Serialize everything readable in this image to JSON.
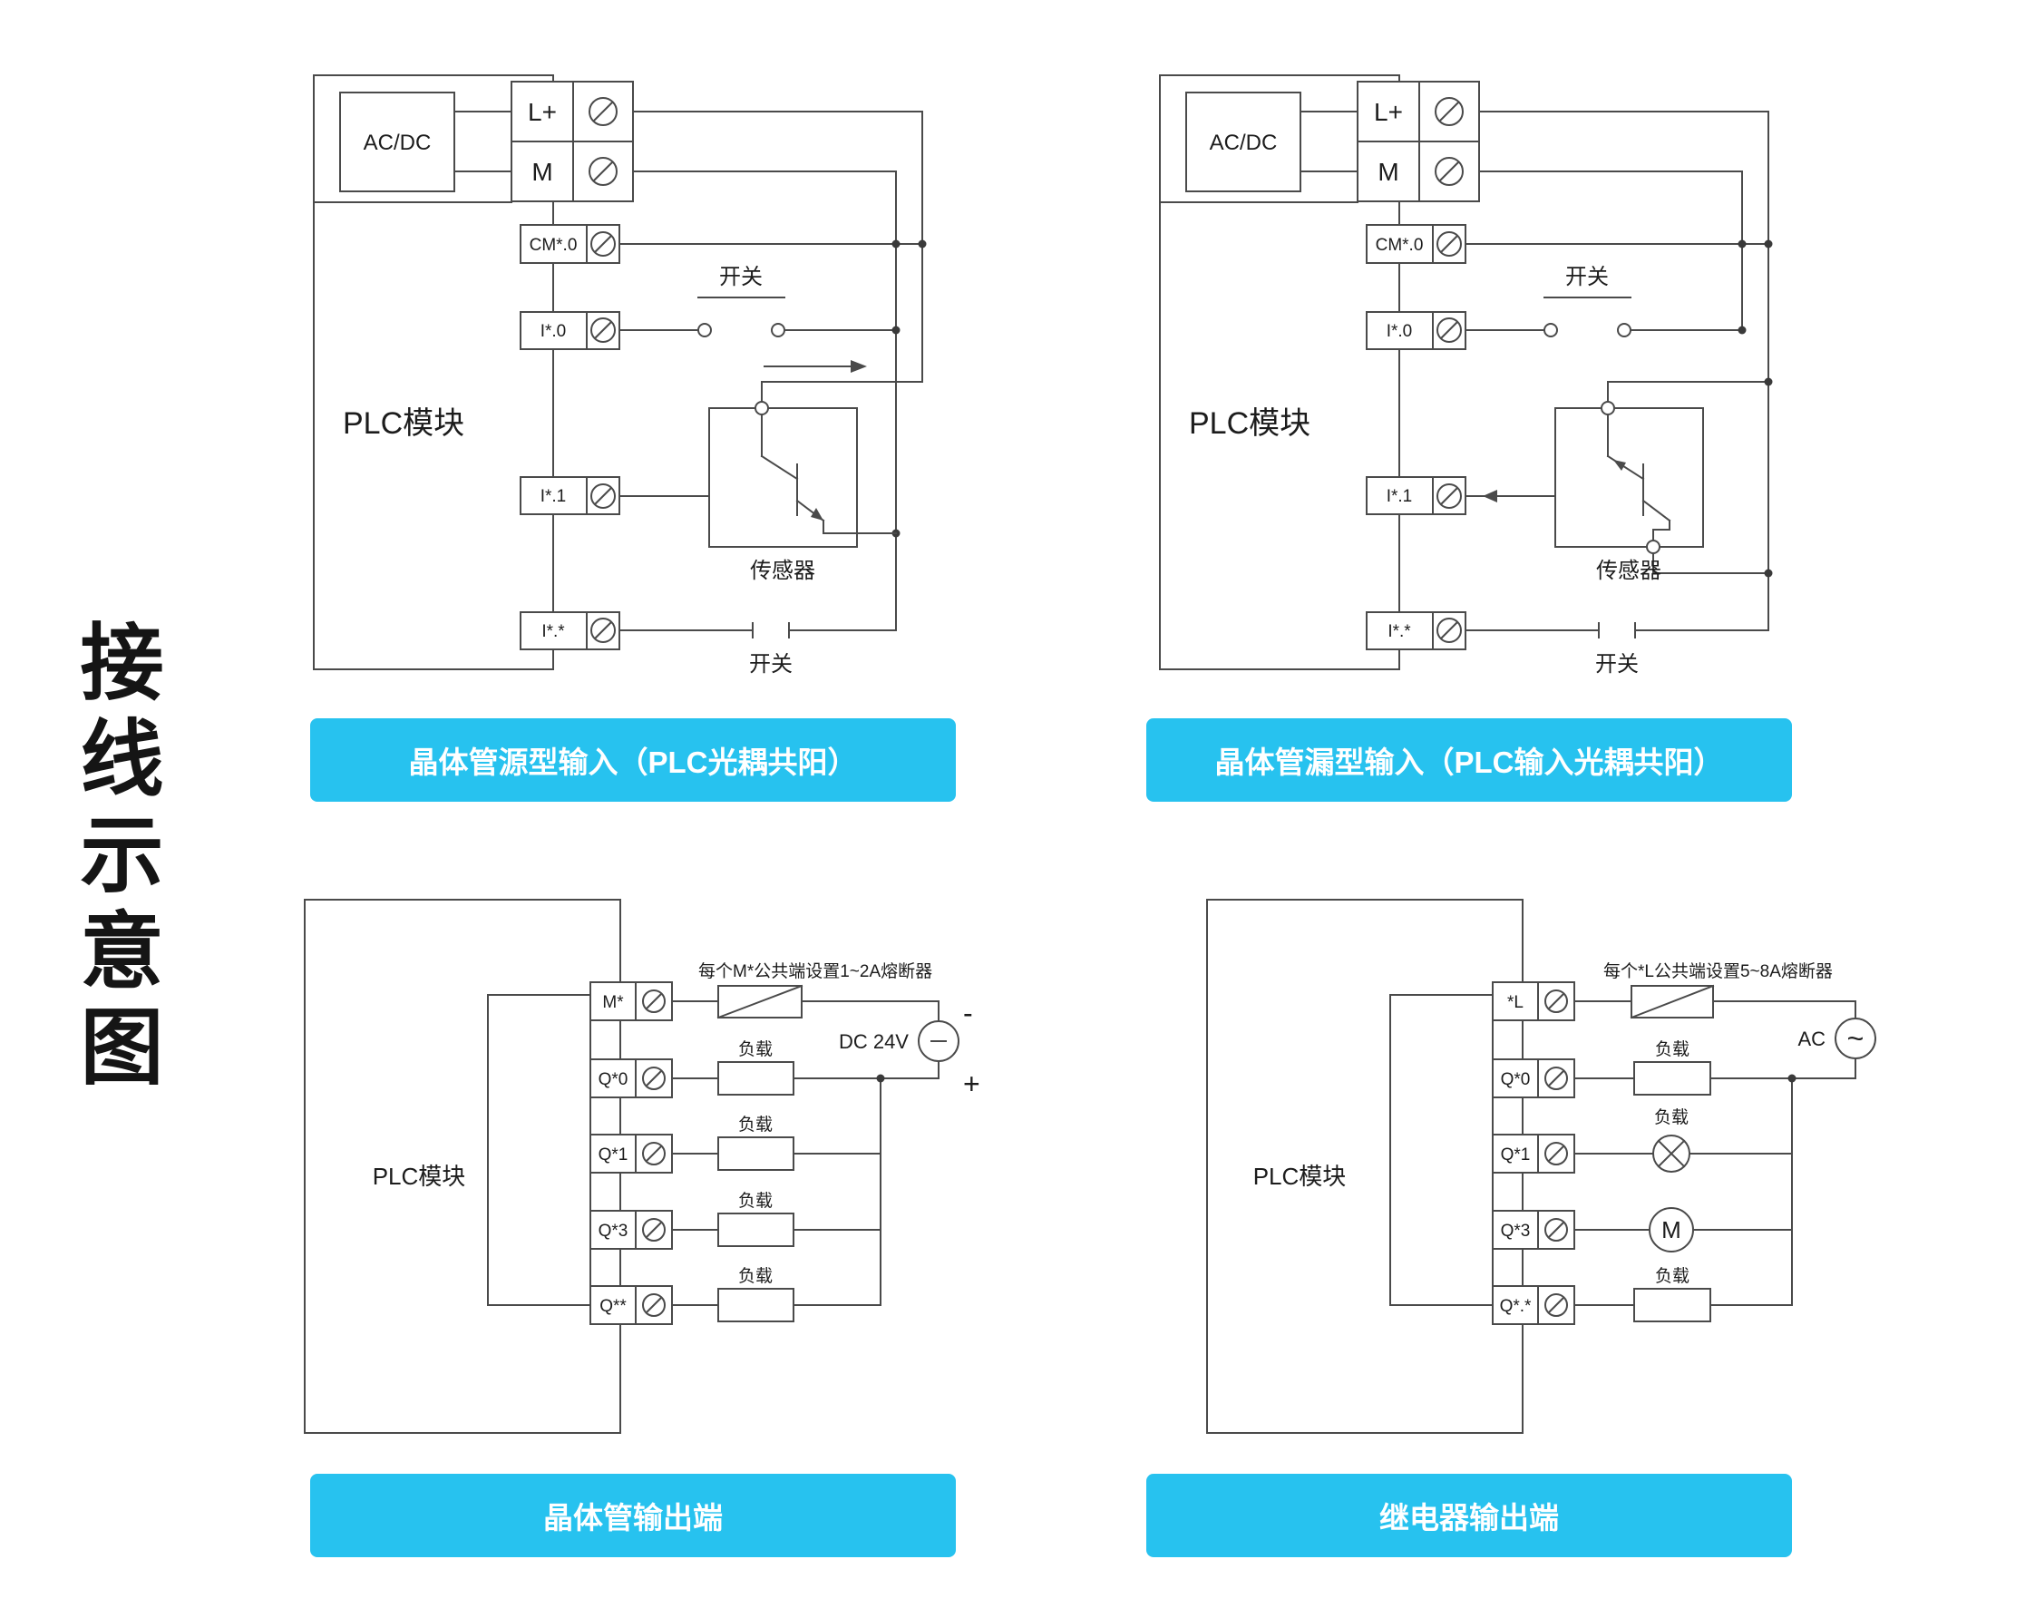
{
  "page": {
    "title": "接线示意图"
  },
  "theme": {
    "banner_color": "#27c2ef",
    "line_color": "#4a4a4a"
  },
  "source_input": {
    "banner": "晶体管源型输入（PLC光耦共阳）",
    "acdc": "AC/DC",
    "plc": "PLC模块",
    "t_l": "L+",
    "t_m": "M",
    "t_cm": "CM*.0",
    "t_i0": "I*.0",
    "t_i1": "I*.1",
    "t_ix": "I*.*",
    "switch_top": "开关",
    "switch_bottom": "开关",
    "sensor": "传感器"
  },
  "sink_input": {
    "banner": "晶体管漏型输入（PLC输入光耦共阳）",
    "acdc": "AC/DC",
    "plc": "PLC模块",
    "t_l": "L+",
    "t_m": "M",
    "t_cm": "CM*.0",
    "t_i0": "I*.0",
    "t_i1": "I*.1",
    "t_ix": "I*.*",
    "switch_top": "开关",
    "switch_bottom": "开关",
    "sensor": "传感器"
  },
  "transistor_output": {
    "banner": "晶体管输出端",
    "plc": "PLC模块",
    "fuse_note": "每个M*公共端设置1~2A熔断器",
    "t0": "M*",
    "t1": "Q*0",
    "t2": "Q*1",
    "t3": "Q*3",
    "t4": "Q**",
    "load": "负载",
    "supply": "DC 24V",
    "minus": "-",
    "plus": "+"
  },
  "relay_output": {
    "banner": "继电器输出端",
    "plc": "PLC模块",
    "fuse_note": "每个*L公共端设置5~8A熔断器",
    "t0": "*L",
    "t1": "Q*0",
    "t2": "Q*1",
    "t3": "Q*3",
    "t4": "Q*.*",
    "load": "负载",
    "supply": "AC",
    "wave": "~",
    "motor": "M"
  }
}
